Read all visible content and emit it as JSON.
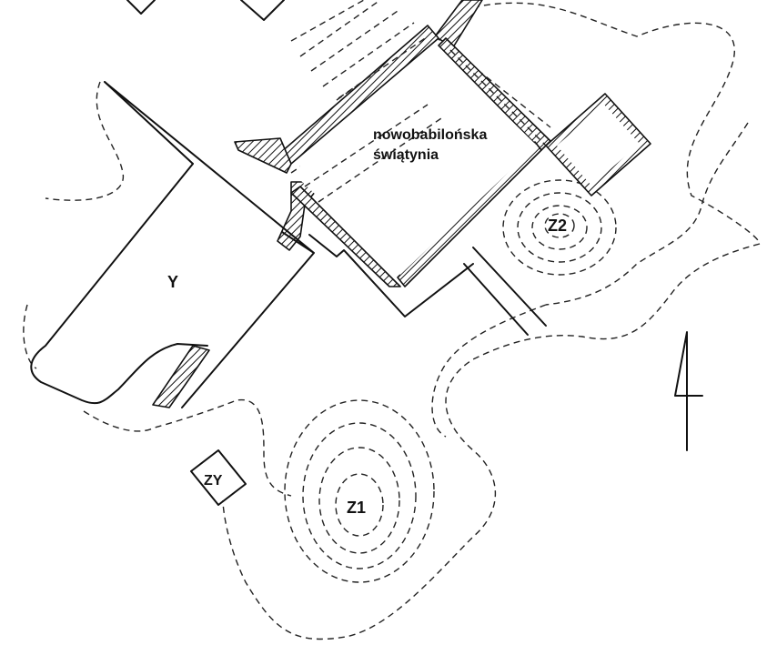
{
  "labels": {
    "temple_line1": "nowobabilońska",
    "temple_line2": "świątynia",
    "y": "Y",
    "zy": "ZY",
    "z1": "Z1",
    "z2": "Z2"
  },
  "north_arrow_icon": "north-arrow-icon"
}
